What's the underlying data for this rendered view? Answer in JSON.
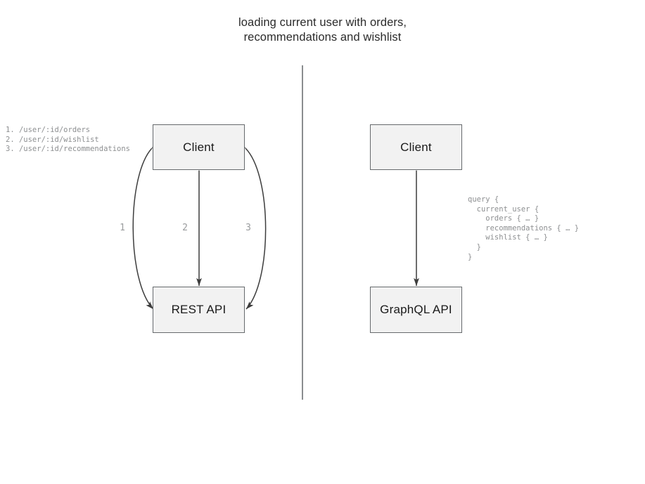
{
  "title": {
    "line1": "loading current user with orders,",
    "line2": "recommendations and wishlist"
  },
  "colors": {
    "box_fill": "#f2f2f2",
    "box_border": "#666a6d",
    "connector": "#3d3d3d",
    "divider": "#8a8d8f",
    "annotation_text": "#8d8f91",
    "title_text": "#2b2b2b"
  },
  "rest_side": {
    "client_label": "Client",
    "api_label": "REST API",
    "endpoints": "1. /user/:id/orders\n2. /user/:id/wishlist\n3. /user/:id/recommendations",
    "endpoint_items": [
      "1. /user/:id/orders",
      "2. /user/:id/wishlist",
      "3. /user/:id/recommendations"
    ],
    "edge_labels": [
      "1",
      "2",
      "3"
    ],
    "edge_count": 3
  },
  "graphql_side": {
    "client_label": "Client",
    "api_label": "GraphQL API",
    "query": "query {\n  current_user {\n    orders { … }\n    recommendations { … }\n    wishlist { … }\n  }\n}",
    "query_lines": [
      "query {",
      "  current_user {",
      "    orders { … }",
      "    recommendations { … }",
      "    wishlist { … }",
      "  }",
      "}"
    ],
    "edge_count": 1
  }
}
